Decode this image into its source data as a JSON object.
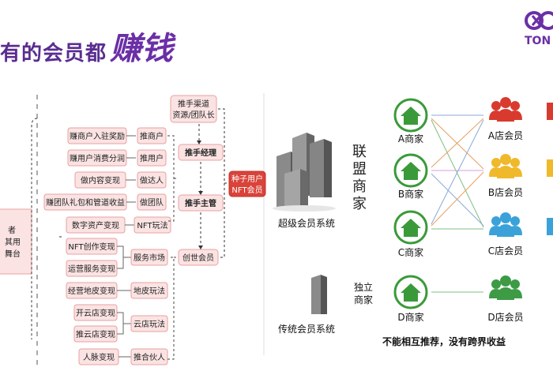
{
  "header": {
    "title_regular": "有的会员都",
    "title_emphasis": "赚钱",
    "logo_text": "TON"
  },
  "left_panel": {
    "partial_label_lines": [
      "者",
      "其用",
      "舞台"
    ],
    "income_items": [
      {
        "label": "赚商户入驻奖励",
        "category": "推商户"
      },
      {
        "label": "赚用户消费分润",
        "category": "推用户"
      },
      {
        "label": "做内容变现",
        "category": "做达人"
      },
      {
        "label": "赚团队礼包和管道收益",
        "category": "做团队"
      },
      {
        "label": "数字资产变现",
        "category": "NFT玩法"
      },
      {
        "label": "NFT创作变现",
        "category": "服务市场"
      },
      {
        "label": "运营服务变现",
        "category": ""
      },
      {
        "label": "经营地皮变现",
        "category": "地皮玩法"
      },
      {
        "label": "开云店变现",
        "category": "云店玩法"
      },
      {
        "label": "推云店变现",
        "category": ""
      },
      {
        "label": "人脉变现",
        "category": "推合伙人"
      }
    ],
    "channel_box_lines": [
      "推手渠道",
      "资源/团队长"
    ],
    "manager": "推手经理",
    "director": "推手主管",
    "founder_member": "创世会员",
    "seed_user_lines": [
      "种子用户",
      "NFT会员"
    ]
  },
  "right_panel": {
    "super_system_label": "超级会员系统",
    "alliance_chars": [
      "联",
      "盟",
      "商",
      "家"
    ],
    "merchants": [
      "A商家",
      "B商家",
      "C商家"
    ],
    "store_members": [
      "A店会员",
      "B店会员",
      "C店会员"
    ],
    "independent_lines": [
      "独立",
      "商家"
    ],
    "traditional_system_label": "传统会员系统",
    "d_merchant": "D商家",
    "d_members": "D店会员",
    "footer_note": "不能相互推荐，没有跨界收益"
  },
  "colors": {
    "purple": "#6b2fa6",
    "box_fill": "#fbe3e3",
    "box_border": "#e8a0a0",
    "seed_fill": "#d9433a",
    "house_green": "#3a9a3a",
    "member_red": "#d83b2e",
    "member_yellow": "#f0b92b",
    "member_blue": "#3aa2d9",
    "member_green": "#3d9b45"
  }
}
